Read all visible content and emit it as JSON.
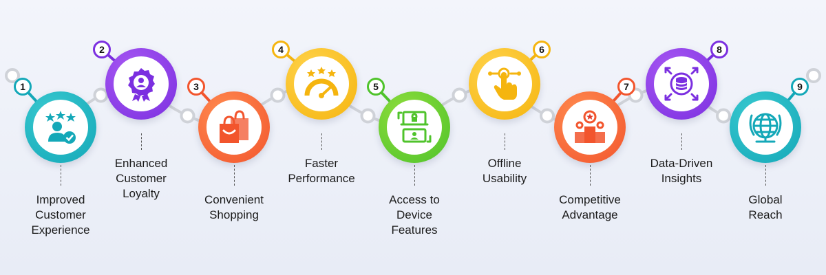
{
  "steps": [
    {
      "number": "1",
      "label": "Improved\nCustomer\nExperience",
      "icon": "customer-rating-icon",
      "color": "#14a8b8",
      "color2": "#38c8cf"
    },
    {
      "number": "2",
      "label": "Enhanced\nCustomer\nLoyalty",
      "icon": "loyalty-badge-icon",
      "color": "#7b2fe0",
      "color2": "#a657f2"
    },
    {
      "number": "3",
      "label": "Convenient\nShopping",
      "icon": "shopping-bags-icon",
      "color": "#f2552d",
      "color2": "#ff8a4f"
    },
    {
      "number": "4",
      "label": "Faster\nPerformance",
      "icon": "speedometer-icon",
      "color": "#f5b50f",
      "color2": "#ffd24a"
    },
    {
      "number": "5",
      "label": "Access to\nDevice\nFeatures",
      "icon": "device-access-icon",
      "color": "#4fc32b",
      "color2": "#8ddc3c"
    },
    {
      "number": "6",
      "label": "Offline\nUsability",
      "icon": "tap-hand-icon",
      "color": "#f5b50f",
      "color2": "#ffd24a"
    },
    {
      "number": "7",
      "label": "Competitive\nAdvantage",
      "icon": "podium-icon",
      "color": "#f2552d",
      "color2": "#ff8a4f"
    },
    {
      "number": "8",
      "label": "Data-Driven\nInsights",
      "icon": "database-icon",
      "color": "#7b2fe0",
      "color2": "#a657f2"
    },
    {
      "number": "9",
      "label": "Global\nReach",
      "icon": "globe-icon",
      "color": "#14a8b8",
      "color2": "#38c8cf"
    }
  ],
  "connector_color": "#cfd2d8"
}
